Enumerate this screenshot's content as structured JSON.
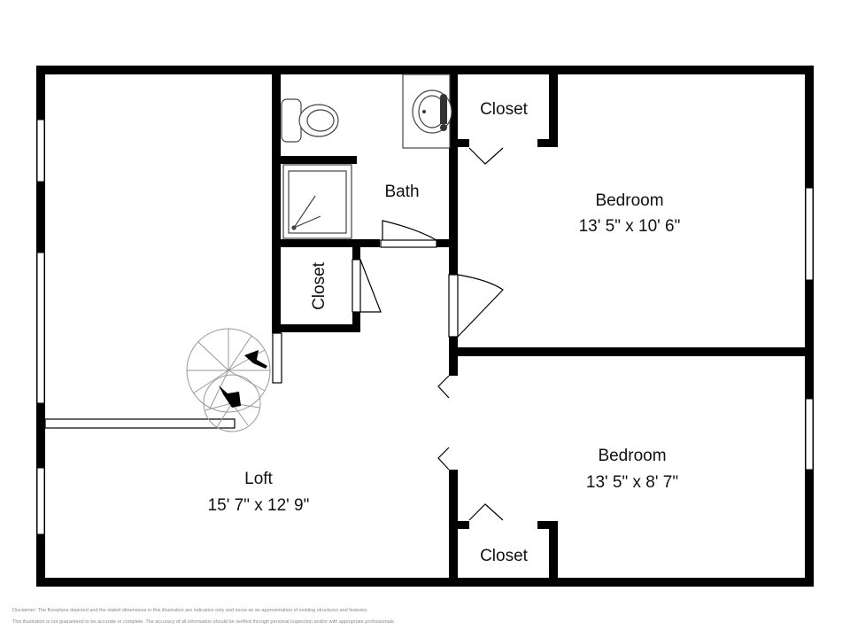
{
  "rooms": {
    "bath": {
      "name": "Bath"
    },
    "bedroom_top": {
      "name": "Bedroom",
      "dimensions": "13' 5\" x 10' 6\""
    },
    "bedroom_bottom": {
      "name": "Bedroom",
      "dimensions": "13' 5\" x 8' 7\""
    },
    "loft": {
      "name": "Loft",
      "dimensions": "15' 7\" x 12' 9\""
    },
    "closet_top": {
      "name": "Closet"
    },
    "closet_bath": {
      "name": "Closet"
    },
    "closet_bottom": {
      "name": "Closet"
    }
  },
  "disclaimer": {
    "line1": "Disclaimer: The floorplans depicted and the stated dimensions in this illustration are indicative only and serve as an approximation of existing structures and features.",
    "line2": "This illustration is not guaranteed to be accurate or complete. The accuracy of all information should be verified through personal inspection and/or with appropriate professionals."
  },
  "colors": {
    "wall": "#000000",
    "fixture": "#555555",
    "background": "#ffffff"
  }
}
